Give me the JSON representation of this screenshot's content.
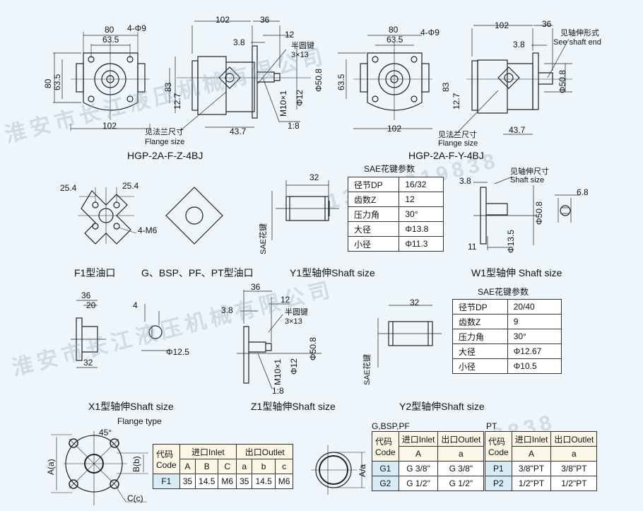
{
  "watermark": {
    "company": "淮安市长江液压机械有限公司",
    "phone": "13951219838"
  },
  "hgp_z": {
    "d80": "80",
    "d635": "63.5",
    "holes": "4-Φ9",
    "v80": "80",
    "v635": "63.5",
    "w102": "102",
    "d102": "102",
    "d36": "36",
    "d38": "3.8",
    "d12": "12",
    "key_cn": "半圆键",
    "key": "3×13",
    "phi508": "Φ50.8",
    "v83": "83",
    "v127": "12.7",
    "m10": "M10×1",
    "phi12": "Φ12",
    "taper": "1:8",
    "d437": "43.7",
    "flange_cn": "见法兰尺寸",
    "flange_en": "Flange size",
    "caption": "HGP-2A-F-Z-4BJ"
  },
  "hgp_y": {
    "d80": "80",
    "d635": "63.5",
    "holes": "4-Φ9",
    "v635": "63.5",
    "v83": "83",
    "v127": "12.7",
    "w102": "102",
    "d102": "102",
    "d36": "36",
    "d38": "3.8",
    "shaft_cn": "见轴伸形式",
    "shaft_en": "See shaft end",
    "phi508": "Φ50.8",
    "d437": "43.7",
    "flange_cn": "见法兰尺寸",
    "flange_en": "Flange size",
    "caption": "HGP-2A-F-Y-4BJ"
  },
  "f1": {
    "d254a": "25.4",
    "d254b": "25.4",
    "holes": "4-M6",
    "caption": "F1型油口"
  },
  "gport": {
    "caption": "G、BSP、PF、PT型油口"
  },
  "y1": {
    "d32": "32",
    "sae": "SAE花键",
    "caption": "Y1型轴伸Shaft size",
    "table": {
      "title": "SAE花键参数",
      "rows": [
        [
          "径节DP",
          "16/32"
        ],
        [
          "齿数Z",
          "12"
        ],
        [
          "压力角",
          "30°"
        ],
        [
          "大径",
          "Φ13.8"
        ],
        [
          "小径",
          "Φ11.3"
        ]
      ]
    }
  },
  "w1": {
    "d38": "3.8",
    "shaft_cn": "见轴伸尺寸",
    "shaft_en": "Shaft size",
    "d68": "6.8",
    "phi508": "Φ50.8",
    "phi135": "Φ13.5",
    "d11": "11",
    "caption": "W1型轴伸 Shaft size"
  },
  "x1": {
    "d36": "36",
    "d20": "20",
    "d4": "4",
    "phi125": "Φ12.5",
    "d32": "32",
    "caption": "X1型轴伸Shaft size"
  },
  "z1": {
    "d36": "36",
    "d12": "12",
    "d38": "3.8",
    "key_cn": "半圆键",
    "key": "3×13",
    "phi508": "Φ50.8",
    "m10": "M10×1",
    "phi12": "Φ12",
    "taper": "1:8",
    "caption": "Z1型轴伸Shaft size"
  },
  "y2": {
    "d32": "32",
    "sae": "SAE花键",
    "caption": "Y2型轴伸Shaft size",
    "table": {
      "title": "SAE花键参数",
      "rows": [
        [
          "径节DP",
          "20/40"
        ],
        [
          "齿数Z",
          "9"
        ],
        [
          "压力角",
          "30°"
        ],
        [
          "大径",
          "Φ12.67"
        ],
        [
          "小径",
          "Φ10.5"
        ]
      ]
    }
  },
  "flange": {
    "title": "Flange type",
    "angle": "45°",
    "a": "A(a)",
    "b": "B(b)",
    "c": "C(c)",
    "table": {
      "code": "代码",
      "code_en": "Code",
      "inlet": "进口Inlet",
      "outlet": "出口Outlet",
      "cols": [
        "A",
        "B",
        "C",
        "a",
        "b",
        "c"
      ],
      "row": {
        "code": "F1",
        "values": [
          "35",
          "14.5",
          "M6",
          "35",
          "14.5",
          "M6"
        ]
      }
    }
  },
  "round_port": {
    "label": "A/a"
  },
  "g_table": {
    "title": "G,BSP,PF",
    "code": "代码",
    "code_en": "Code",
    "inlet": "进口Inlet",
    "outlet": "出口Outlet",
    "sub_in": "A",
    "sub_out": "a",
    "rows": [
      {
        "code": "G1",
        "in": "G 3/8\"",
        "out": "G 3/8\""
      },
      {
        "code": "G2",
        "in": "G 1/2\"",
        "out": "G 1/2\""
      }
    ]
  },
  "pt_table": {
    "title": "PT",
    "code": "代码",
    "code_en": "Code",
    "inlet": "进口Inlet",
    "outlet": "出口Outlet",
    "sub_in": "A",
    "sub_out": "a",
    "rows": [
      {
        "code": "P1",
        "in": "3/8\"PT",
        "out": "3/8\"PT"
      },
      {
        "code": "P2",
        "in": "1/2\"PT",
        "out": "1/2\"PT"
      }
    ]
  }
}
